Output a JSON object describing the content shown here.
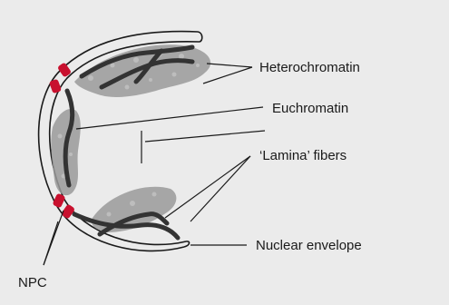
{
  "labels": {
    "heterochromatin": "Heterochromatin",
    "euchromatin": "Euchromatin",
    "lamina_fibers": "‘Lamina’ fibers",
    "nuclear_envelope": "Nuclear envelope",
    "npc": "NPC"
  },
  "colors": {
    "background": "#ebebeb",
    "membrane_stroke": "#1a1a1a",
    "npc": "#c8102e",
    "chromatin": "#9a9a9a",
    "lamina": "#333333"
  }
}
